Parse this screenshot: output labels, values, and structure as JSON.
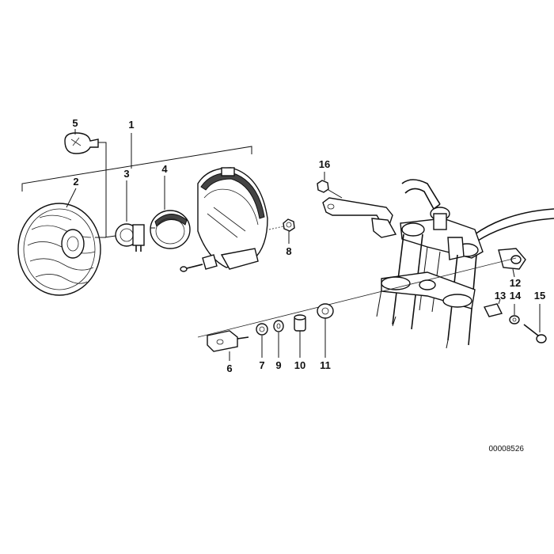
{
  "diagram": {
    "drawing_code": "00008526",
    "callouts": [
      {
        "id": "c1",
        "text": "1"
      },
      {
        "id": "c2",
        "text": "2"
      },
      {
        "id": "c3",
        "text": "3"
      },
      {
        "id": "c4",
        "text": "4"
      },
      {
        "id": "c5",
        "text": "5"
      },
      {
        "id": "c6",
        "text": "6"
      },
      {
        "id": "c7",
        "text": "7"
      },
      {
        "id": "c8",
        "text": "8"
      },
      {
        "id": "c9",
        "text": "9"
      },
      {
        "id": "c10",
        "text": "10"
      },
      {
        "id": "c11",
        "text": "11"
      },
      {
        "id": "c12",
        "text": "12"
      },
      {
        "id": "c13",
        "text": "13"
      },
      {
        "id": "c14",
        "text": "14"
      },
      {
        "id": "c15",
        "text": "15"
      },
      {
        "id": "c16",
        "text": "16"
      }
    ]
  }
}
